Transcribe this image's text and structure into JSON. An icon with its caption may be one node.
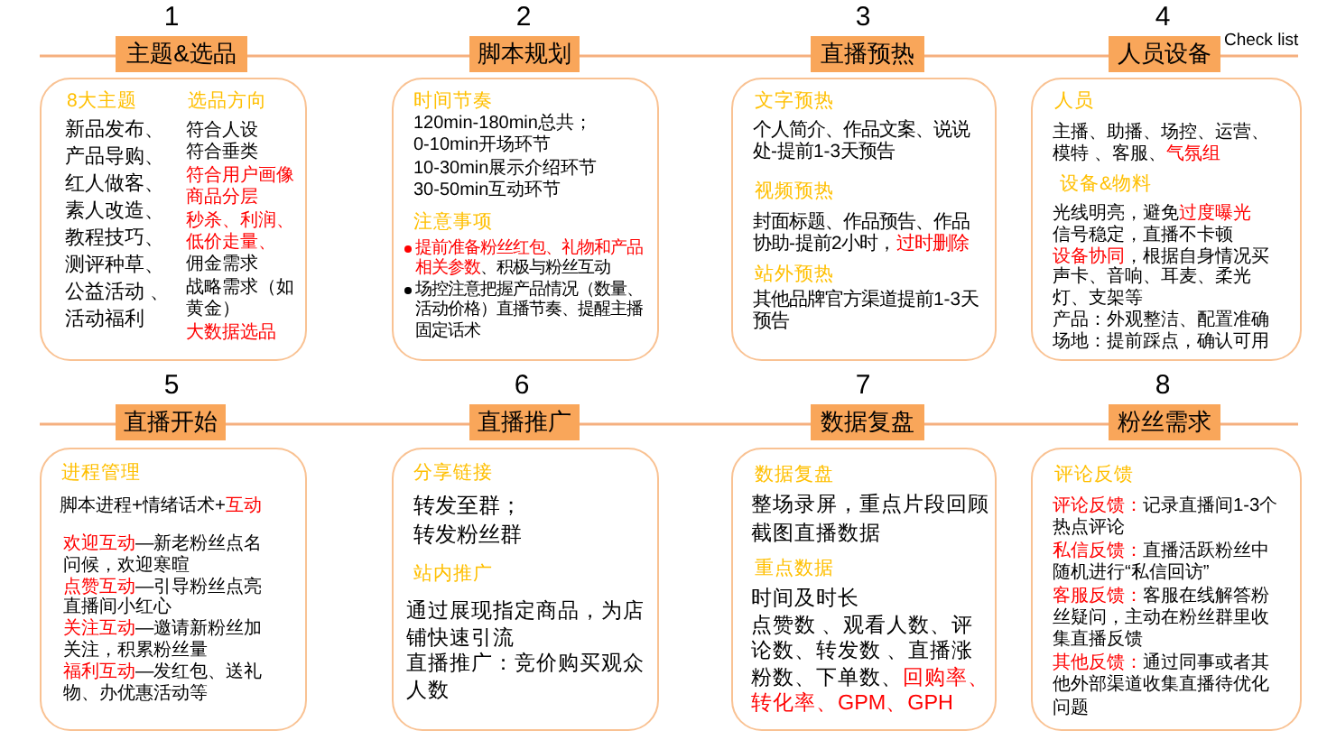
{
  "diagram": {
    "nodes": [
      {
        "text": [
          "主题&选品"
        ],
        "beside": [
          "1"
        ]
      },
      {
        "text": [
          "8大主题",
          "新品发布、产品导购、红人做客、素人改造、教程技巧、测评种草、公益活动 、活动福利",
          "选品方向",
          "符合人设",
          "符合垂类",
          "符合用户画像",
          "商品分层",
          "秒杀、利润、低价走量、",
          "佣金需求",
          "战略需求（如黄金）",
          "大数据选品"
        ]
      },
      {
        "text": [
          "脚本规划"
        ],
        "beside": [
          "2"
        ]
      },
      {
        "text": [
          "时间节奏",
          "120min-180min总共；",
          "0-10min开场环节",
          "10-30min展示介绍环节",
          "30-50min互动环节",
          "注意事项",
          "提前准备粉丝红包、礼物和产品相关参数",
          "、积极与粉丝互动",
          "场控注意把握产品情况（数量、活动价格）直播节奏、提醒主播固定话术"
        ]
      },
      {
        "text": [
          "直播预热"
        ],
        "beside": [
          "3"
        ]
      },
      {
        "text": [
          "文字预热",
          "个人简介、作品文案、说说处-提前1-3天预告",
          "视频预热",
          "封面标题、作品预告、作品协助-提前2小时，",
          "过时删除",
          "站外预热",
          "其他品牌官方渠道提前1-3天预告"
        ]
      },
      {
        "text": [
          "人员设备"
        ],
        "beside": [
          "4"
        ]
      },
      {
        "text": [
          "人员",
          "主播、助播、场控、运营、模特 、客服、",
          "气氛组",
          "设备&物料",
          "光线明亮，避免",
          "过度曝光",
          "信号稳定，直播不卡顿",
          "设备协同",
          "，根据自身情况买声卡、音响、耳麦、柔光灯、支架等",
          "产品：外观整洁、配置准确",
          "场地：提前踩点，确认可用"
        ]
      },
      {
        "text": [
          "直播开始"
        ],
        "beside": [
          "5"
        ]
      },
      {
        "text": [
          "进程管理",
          "脚本进程+情绪话术+",
          "互动",
          "欢迎互动",
          "—新老粉丝点名问候，欢迎寒暄",
          "点赞互动",
          "—引导粉丝点亮直播间小红心",
          "关注互动",
          "—邀请新粉丝加关注，积累粉丝量",
          "福利互动",
          "—发红包、送礼物、办优惠活动等"
        ]
      },
      {
        "text": [
          "直播推广"
        ],
        "beside": [
          "6"
        ]
      },
      {
        "text": [
          "分享链接",
          "转发至群；",
          "转发粉丝群",
          "站内推广",
          "通过展现指定商品，为店铺快速引流",
          "直播推广：竞价购买观众人数"
        ]
      },
      {
        "text": [
          "数据复盘"
        ],
        "beside": [
          "7"
        ]
      },
      {
        "text": [
          "数据复盘",
          "整场录屏，重点片段回顾截图直播数据",
          "重点数据",
          "时间及时长",
          "点赞数 、观看人数、评论数、转发数 、直播涨粉数、下单数、",
          "回购率、转化率、GPM、GPH"
        ]
      },
      {
        "text": [
          "粉丝需求"
        ],
        "beside": [
          "8"
        ]
      },
      {
        "text": [
          "评论反馈",
          "评论反馈：",
          "记录直播间1-3个热点评论",
          "私信反馈：",
          "直播活跃粉丝中随机进行“私信回访”",
          "客服反馈：",
          "客服在线解答粉丝疑问，主动在粉丝群里收集直播反馈",
          "其他反馈：",
          "通过同事或者其他外部渠道收集直播待优化问题"
        ]
      }
    ],
    "edges": [
      {
        "from": 0,
        "to": 2,
        "arrow": "none"
      },
      {
        "from": 2,
        "to": 4,
        "arrow": "none"
      },
      {
        "from": 4,
        "to": 6,
        "arrow": "none"
      },
      {
        "from": 8,
        "to": 10,
        "arrow": "none"
      },
      {
        "from": 10,
        "to": 12,
        "arrow": "none"
      },
      {
        "from": 12,
        "to": 14,
        "arrow": "none"
      }
    ],
    "labels": [
      "Check list"
    ]
  }
}
